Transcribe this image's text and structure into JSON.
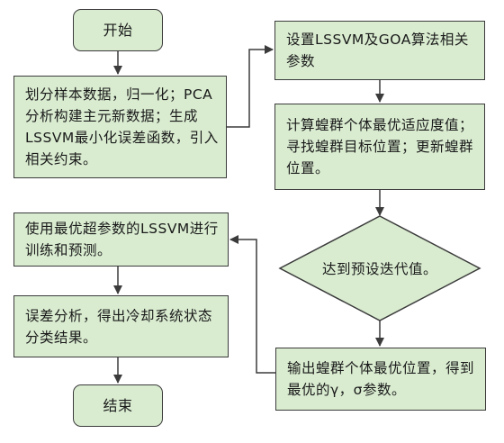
{
  "colors": {
    "fill": "#d9ecd0",
    "stroke": "#3b3b3b",
    "text": "#1a1a1a"
  },
  "nodes": {
    "start": "开始",
    "preprocess": "划分样本数据，归一化；PCA分析构建主元新数据；生成LSSVM最小化误差函数，引入相关约束。",
    "set_params": "设置LSSVM及GOA算法相关参数",
    "compute_fitness": "计算蝗群个体最优适应度值；寻找蝗群目标位置；更新蝗群位置。",
    "check_iterations": "达到预设迭代值。",
    "output_best": "输出蝗群个体最优位置，得到最优的γ，σ参数。",
    "train_predict": "使用最优超参数的LSSVM进行训练和预测。",
    "error_analysis": "误差分析，得出冷却系统状态分类结果。",
    "end": "结束"
  }
}
